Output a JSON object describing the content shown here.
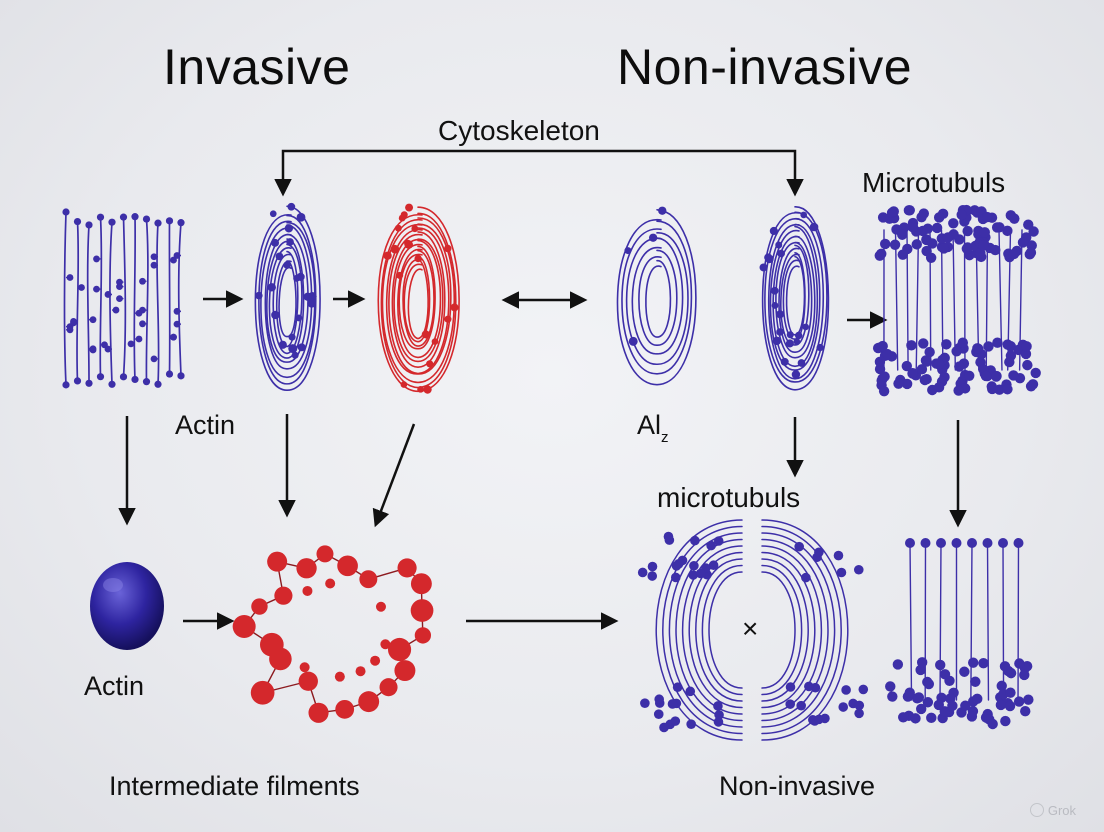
{
  "titles": {
    "left": "Invasive",
    "right": "Non-invasive"
  },
  "labels": {
    "cytoskeleton": "Cytoskeleton",
    "microtubuls_top": "Microtubuls",
    "actin_top": "Actin",
    "al_main": "Al",
    "al_sub": "z",
    "microtubuls_mid": "microtubuls",
    "actin_bottom": "Actin",
    "intermediate": "Intermediate filments",
    "noninvasive_bottom": "Non-invasive",
    "x_mark": "×"
  },
  "watermark": "Grok",
  "colors": {
    "purple": "#3d2fa8",
    "red": "#d4282c",
    "arrow": "#111111"
  }
}
